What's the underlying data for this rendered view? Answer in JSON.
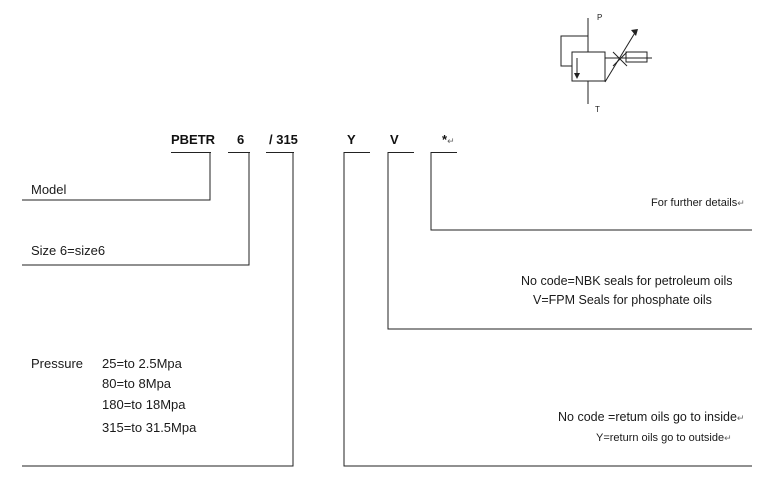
{
  "symbol": {
    "port_p": "P",
    "port_t": "T"
  },
  "code": {
    "series": "PBETR",
    "size": "6",
    "pressure": "/ 315",
    "return": "Y",
    "seal": "V",
    "details": "*",
    "return_mark": "↵"
  },
  "labels": {
    "model": "Model",
    "size": "Size 6=size6",
    "pressure_label": "Pressure",
    "pressure_options": [
      "25=to 2.5Mpa",
      "80=to 8Mpa",
      "180=to 18Mpa",
      "315=to 31.5Mpa"
    ],
    "further_details": "For further details",
    "seal_nbk": "No code=NBK seals for petroleum oils",
    "seal_fpm": "V=FPM Seals for phosphate oils",
    "return_inside": "No code =retum oils go to inside",
    "return_outside": "Y=return oils go to outside"
  }
}
